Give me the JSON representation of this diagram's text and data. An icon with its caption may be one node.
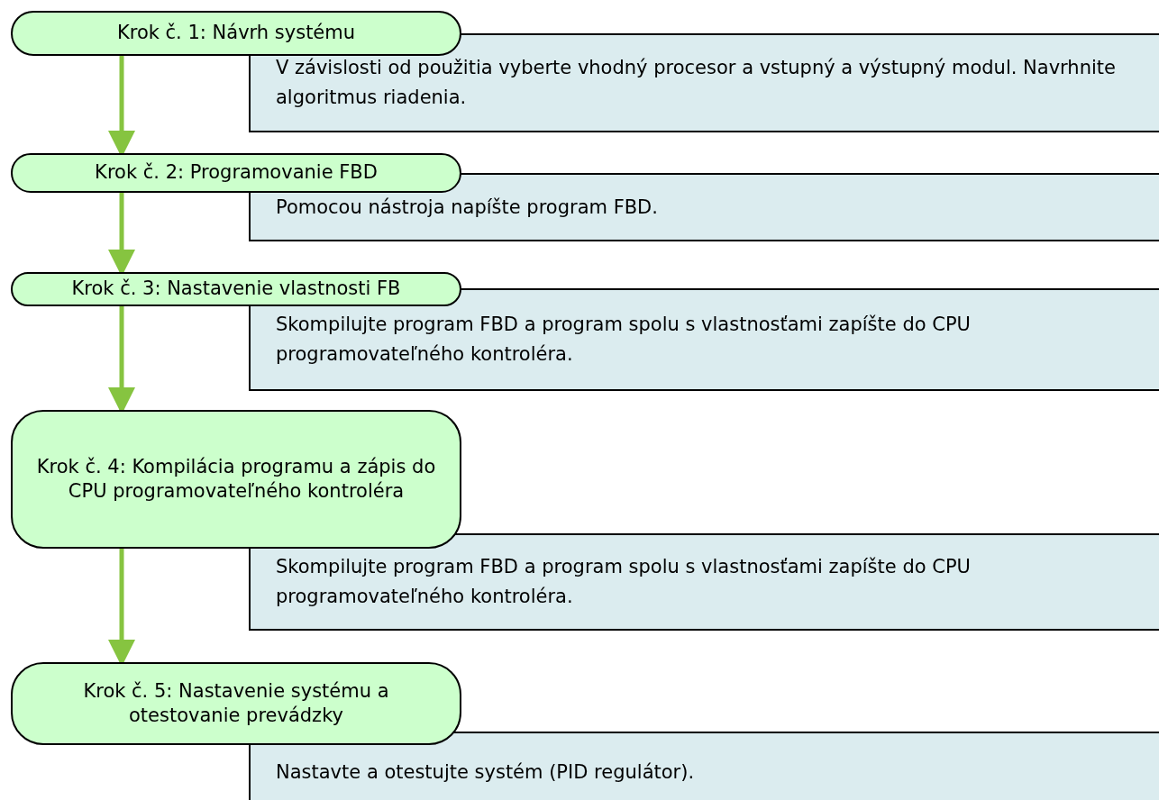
{
  "diagram": {
    "nodes": [
      {
        "text": [
          "Krok č. 1: Návrh systému"
        ]
      },
      {
        "text": [
          "V závislosti od použitia vyberte vhodný procesor a vstupný a výstupný modul. Navrhnite algoritmus riadenia."
        ]
      },
      {
        "text": [
          "Krok č. 2: Programovanie FBD"
        ]
      },
      {
        "text": [
          "Pomocou nástroja napíšte program FBD."
        ]
      },
      {
        "text": [
          "Krok č. 3: Nastavenie vlastnosti FB"
        ]
      },
      {
        "text": [
          "Skompilujte program FBD a program spolu s vlastnosťami zapíšte do CPU programovateľného kontroléra."
        ]
      },
      {
        "text": [
          "Krok č. 4: Kompilácia programu a zápis do CPU programovateľného kontroléra"
        ]
      },
      {
        "text": [
          "Skompilujte program FBD a program spolu s vlastnosťami zapíšte do CPU programovateľného kontroléra."
        ]
      },
      {
        "text": [
          "Krok č. 5: Nastavenie systému a otestovanie prevádzky"
        ]
      },
      {
        "text": [
          "Nastavte a otestujte systém (PID regulátor)."
        ]
      }
    ],
    "edges": [
      {
        "from": 0,
        "to": 2,
        "arrow": "to"
      },
      {
        "from": 2,
        "to": 4,
        "arrow": "to"
      },
      {
        "from": 4,
        "to": 6,
        "arrow": "to"
      },
      {
        "from": 6,
        "to": 8,
        "arrow": "to"
      }
    ]
  }
}
